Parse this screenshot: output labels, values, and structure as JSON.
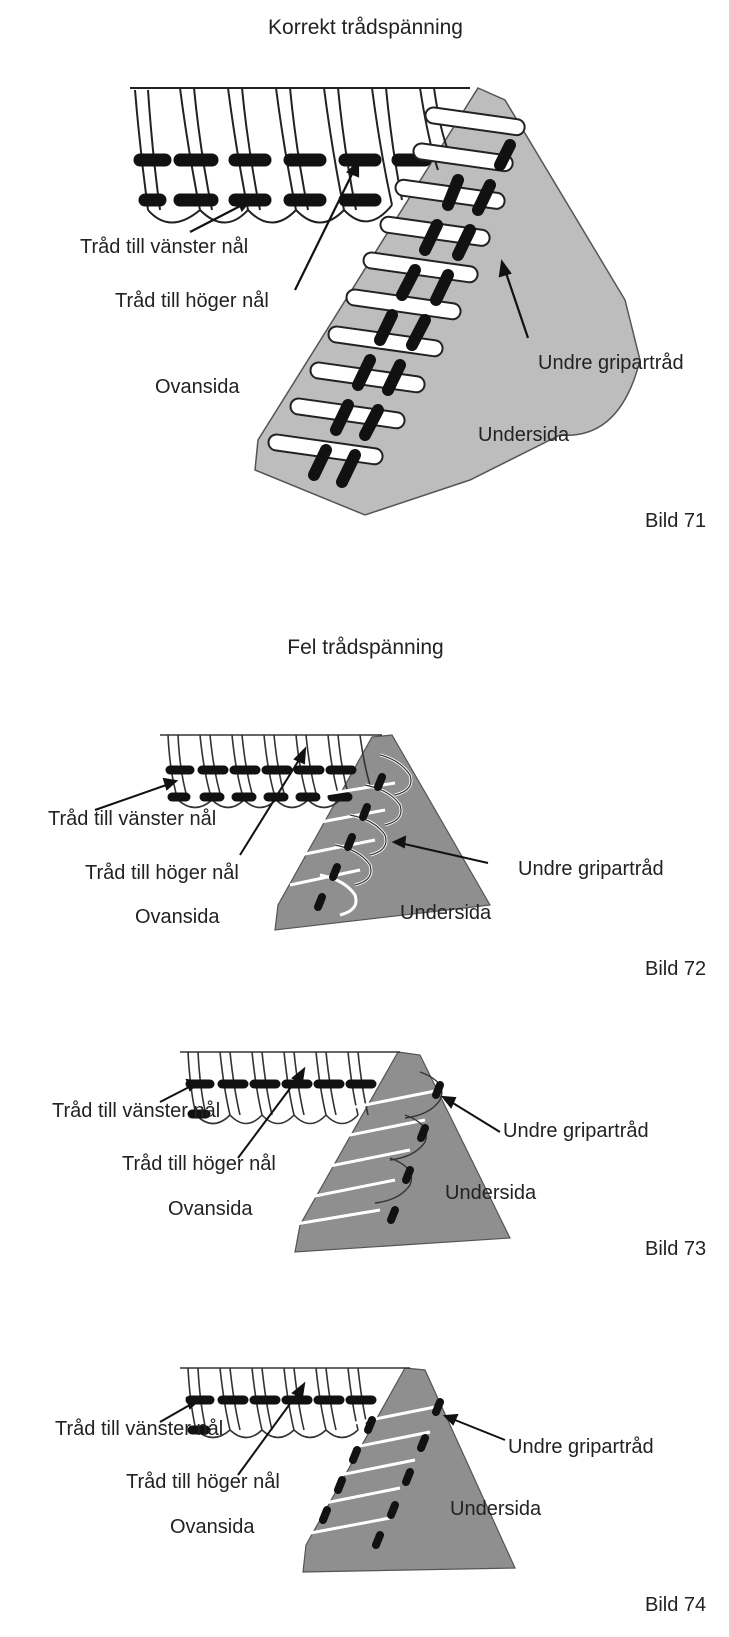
{
  "section_correct": {
    "title": "Korrekt trådspänning",
    "fig": {
      "left_needle_label": "Tråd till vänster nål",
      "right_needle_label": "Tråd till höger nål",
      "top_side_label": "Ovansida",
      "lower_looper_label": "Undre gripartråd",
      "under_side_label": "Undersida",
      "caption": "Bild 71"
    }
  },
  "section_wrong": {
    "title": "Fel trådspänning",
    "figs": [
      {
        "left_needle_label": "Tråd till vänster nål",
        "right_needle_label": "Tråd till höger nål",
        "top_side_label": "Ovansida",
        "lower_looper_label": "Undre gripartråd",
        "under_side_label": "Undersida",
        "caption": "Bild 72"
      },
      {
        "left_needle_label": "Tråd till vänster nål",
        "right_needle_label": "Tråd till höger nål",
        "top_side_label": "Ovansida",
        "lower_looper_label": "Undre gripartråd",
        "under_side_label": "Undersida",
        "caption": "Bild 73"
      },
      {
        "left_needle_label": "Tråd till vänster nål",
        "right_needle_label": "Tråd till höger nål",
        "top_side_label": "Ovansida",
        "lower_looper_label": "Undre gripartråd",
        "under_side_label": "Undersida",
        "caption": "Bild 74"
      }
    ]
  },
  "colors": {
    "fabric_light": "#bdbdbd",
    "fabric_dark": "#8f8f8f",
    "thread": "#111111"
  }
}
